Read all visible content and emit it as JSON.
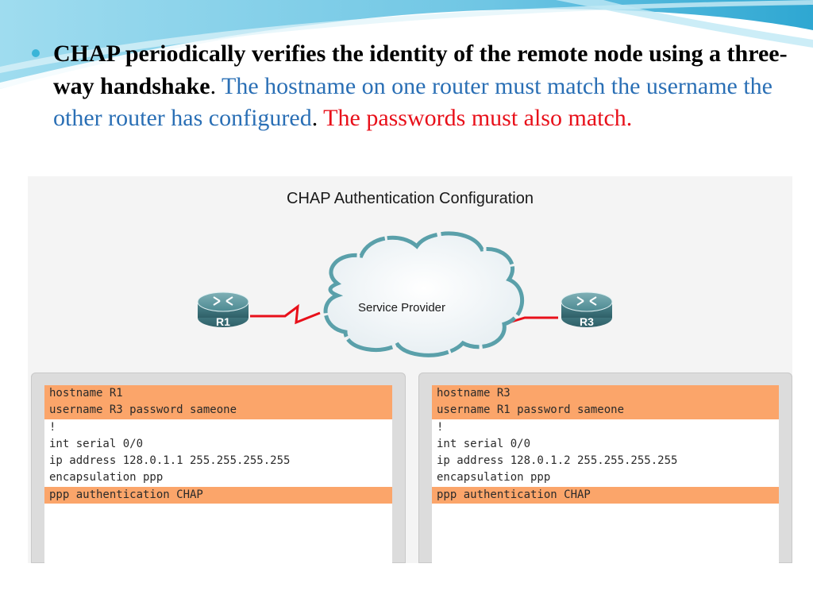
{
  "slide": {
    "bullet": {
      "bold_text": "CHAP periodically verifies the identity of the remote node using a three-way handshake",
      "sep1": ".",
      "blue_text": " The hostname on one router must match the username the other router has configured",
      "sep2": ".",
      "red_text": " The passwords must also match."
    },
    "colors": {
      "bullet": "#3ab5d8",
      "blue_text": "#2a6fb5",
      "red_text": "#e8101a",
      "config_highlight": "#fba56a"
    }
  },
  "diagram": {
    "title": "CHAP Authentication Configuration",
    "cloud_label": "Service Provider",
    "routers": [
      {
        "label": "R1",
        "icon": "router-icon"
      },
      {
        "label": "R3",
        "icon": "router-icon"
      }
    ],
    "link_icon": "serial-link-icon"
  },
  "configs": {
    "r1": [
      {
        "text": "hostname R1",
        "highlight": true
      },
      {
        "text": "username R3 password sameone",
        "highlight": true
      },
      {
        "text": "!",
        "highlight": false
      },
      {
        "text": "int serial 0/0",
        "highlight": false
      },
      {
        "text": "ip address 128.0.1.1 255.255.255.255",
        "highlight": false
      },
      {
        "text": "encapsulation ppp",
        "highlight": false
      },
      {
        "text": "ppp authentication CHAP",
        "highlight": true
      }
    ],
    "r3": [
      {
        "text": "hostname R3",
        "highlight": true
      },
      {
        "text": "username R1 password sameone",
        "highlight": true
      },
      {
        "text": "!",
        "highlight": false
      },
      {
        "text": "int serial 0/0",
        "highlight": false
      },
      {
        "text": "ip address 128.0.1.2 255.255.255.255",
        "highlight": false
      },
      {
        "text": "encapsulation ppp",
        "highlight": false
      },
      {
        "text": "ppp authentication CHAP",
        "highlight": true
      }
    ]
  }
}
